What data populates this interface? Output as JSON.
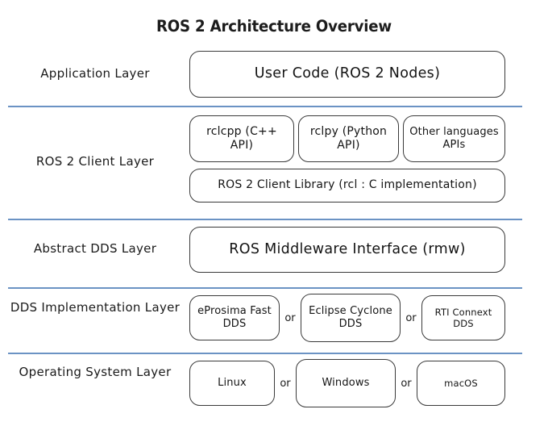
{
  "title": "ROS 2 Architecture Overview",
  "theme": {
    "divider_color": "#6b93c4",
    "box_border_color": "#3a3a3a",
    "text_color": "#141414",
    "background": "#ffffff"
  },
  "separator_label": "or",
  "layers": [
    {
      "id": "application",
      "label": "Application Layer",
      "boxes": [
        {
          "id": "user-code",
          "text": "User Code (ROS 2 Nodes)"
        }
      ]
    },
    {
      "id": "client",
      "label": "ROS 2 Client Layer",
      "boxes": [
        {
          "id": "rclcpp",
          "text": "rclcpp (C++ API)"
        },
        {
          "id": "rclpy",
          "text": "rclpy (Python API)"
        },
        {
          "id": "other-languages",
          "text": "Other languages APIs"
        },
        {
          "id": "rcl",
          "text": "ROS 2 Client Library (rcl : C implementation)"
        }
      ]
    },
    {
      "id": "abstract-dds",
      "label": "Abstract DDS Layer",
      "boxes": [
        {
          "id": "rmw",
          "text": "ROS Middleware Interface (rmw)"
        }
      ]
    },
    {
      "id": "dds-implementation",
      "label": "DDS Implementation Layer",
      "boxes": [
        {
          "id": "fastdds",
          "text": "eProsima Fast DDS"
        },
        {
          "id": "cyclonedds",
          "text": "Eclipse Cyclone DDS"
        },
        {
          "id": "connext",
          "text": "RTI Connext DDS"
        }
      ]
    },
    {
      "id": "operating-system",
      "label": "Operating System Layer",
      "boxes": [
        {
          "id": "linux",
          "text": "Linux"
        },
        {
          "id": "windows",
          "text": "Windows"
        },
        {
          "id": "macos",
          "text": "macOS"
        }
      ]
    }
  ]
}
